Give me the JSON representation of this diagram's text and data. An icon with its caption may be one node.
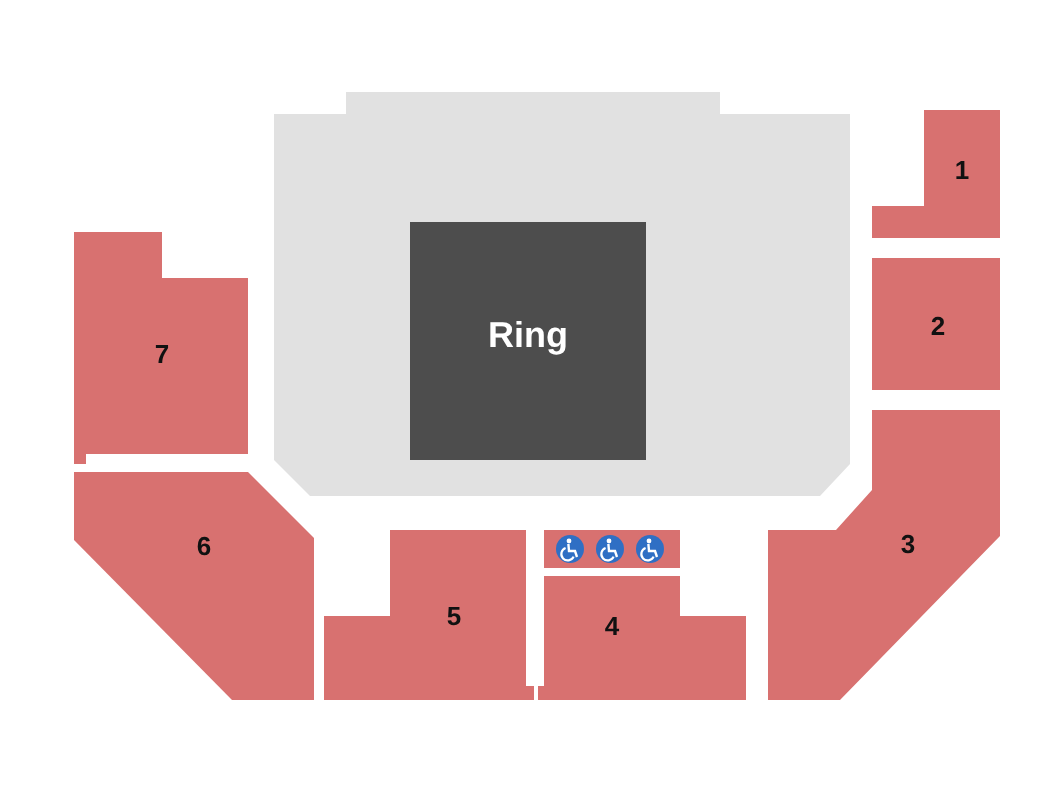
{
  "diagram": {
    "nodes": [
      {
        "text": [
          "Ring"
        ]
      },
      {
        "text": [
          "1"
        ]
      },
      {
        "text": [
          "2"
        ]
      },
      {
        "text": [
          "3"
        ]
      },
      {
        "text": [
          "7"
        ]
      },
      {
        "text": [
          "6"
        ]
      },
      {
        "text": [
          "5"
        ]
      },
      {
        "text": [],
        "shape": "box"
      },
      {
        "text": [
          "4"
        ]
      }
    ]
  }
}
